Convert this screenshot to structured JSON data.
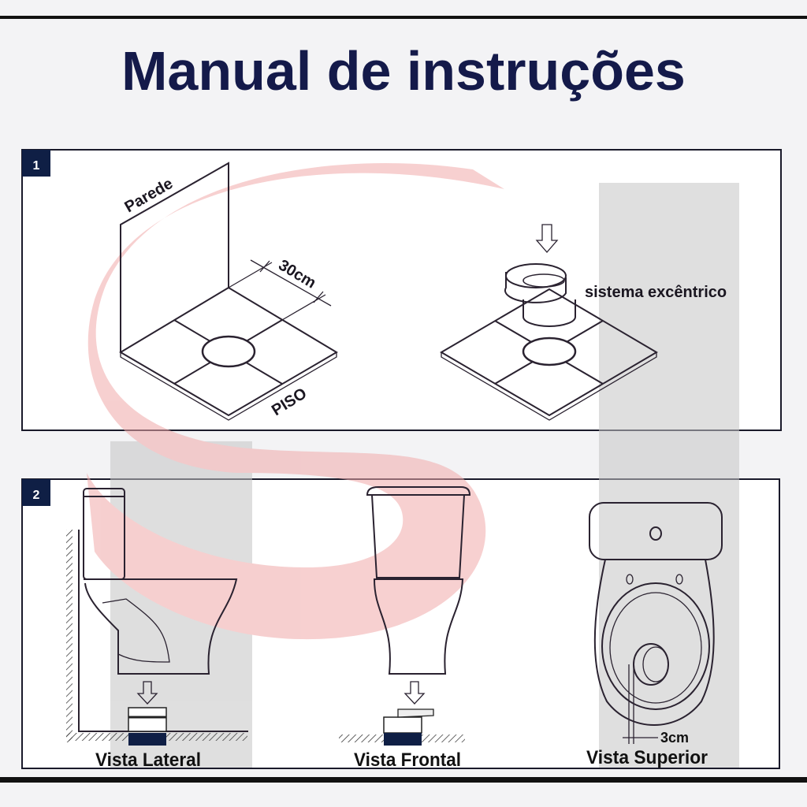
{
  "title": "Manual de instruções",
  "colors": {
    "title": "#141a4a",
    "badge": "#0f1f45",
    "watermark_red": "#f2b8b8",
    "watermark_grey": "#cfcfcf"
  },
  "step1": {
    "number": "1",
    "wall_label": "Parede",
    "floor_label": "PISO",
    "distance_label": "30cm",
    "eccentric_label": "sistema excêntrico"
  },
  "step2": {
    "number": "2",
    "side_view_label": "Vista Lateral",
    "front_view_label": "Vista Frontal",
    "top_view_label": "Vista Superior",
    "offset_label": "3cm"
  }
}
